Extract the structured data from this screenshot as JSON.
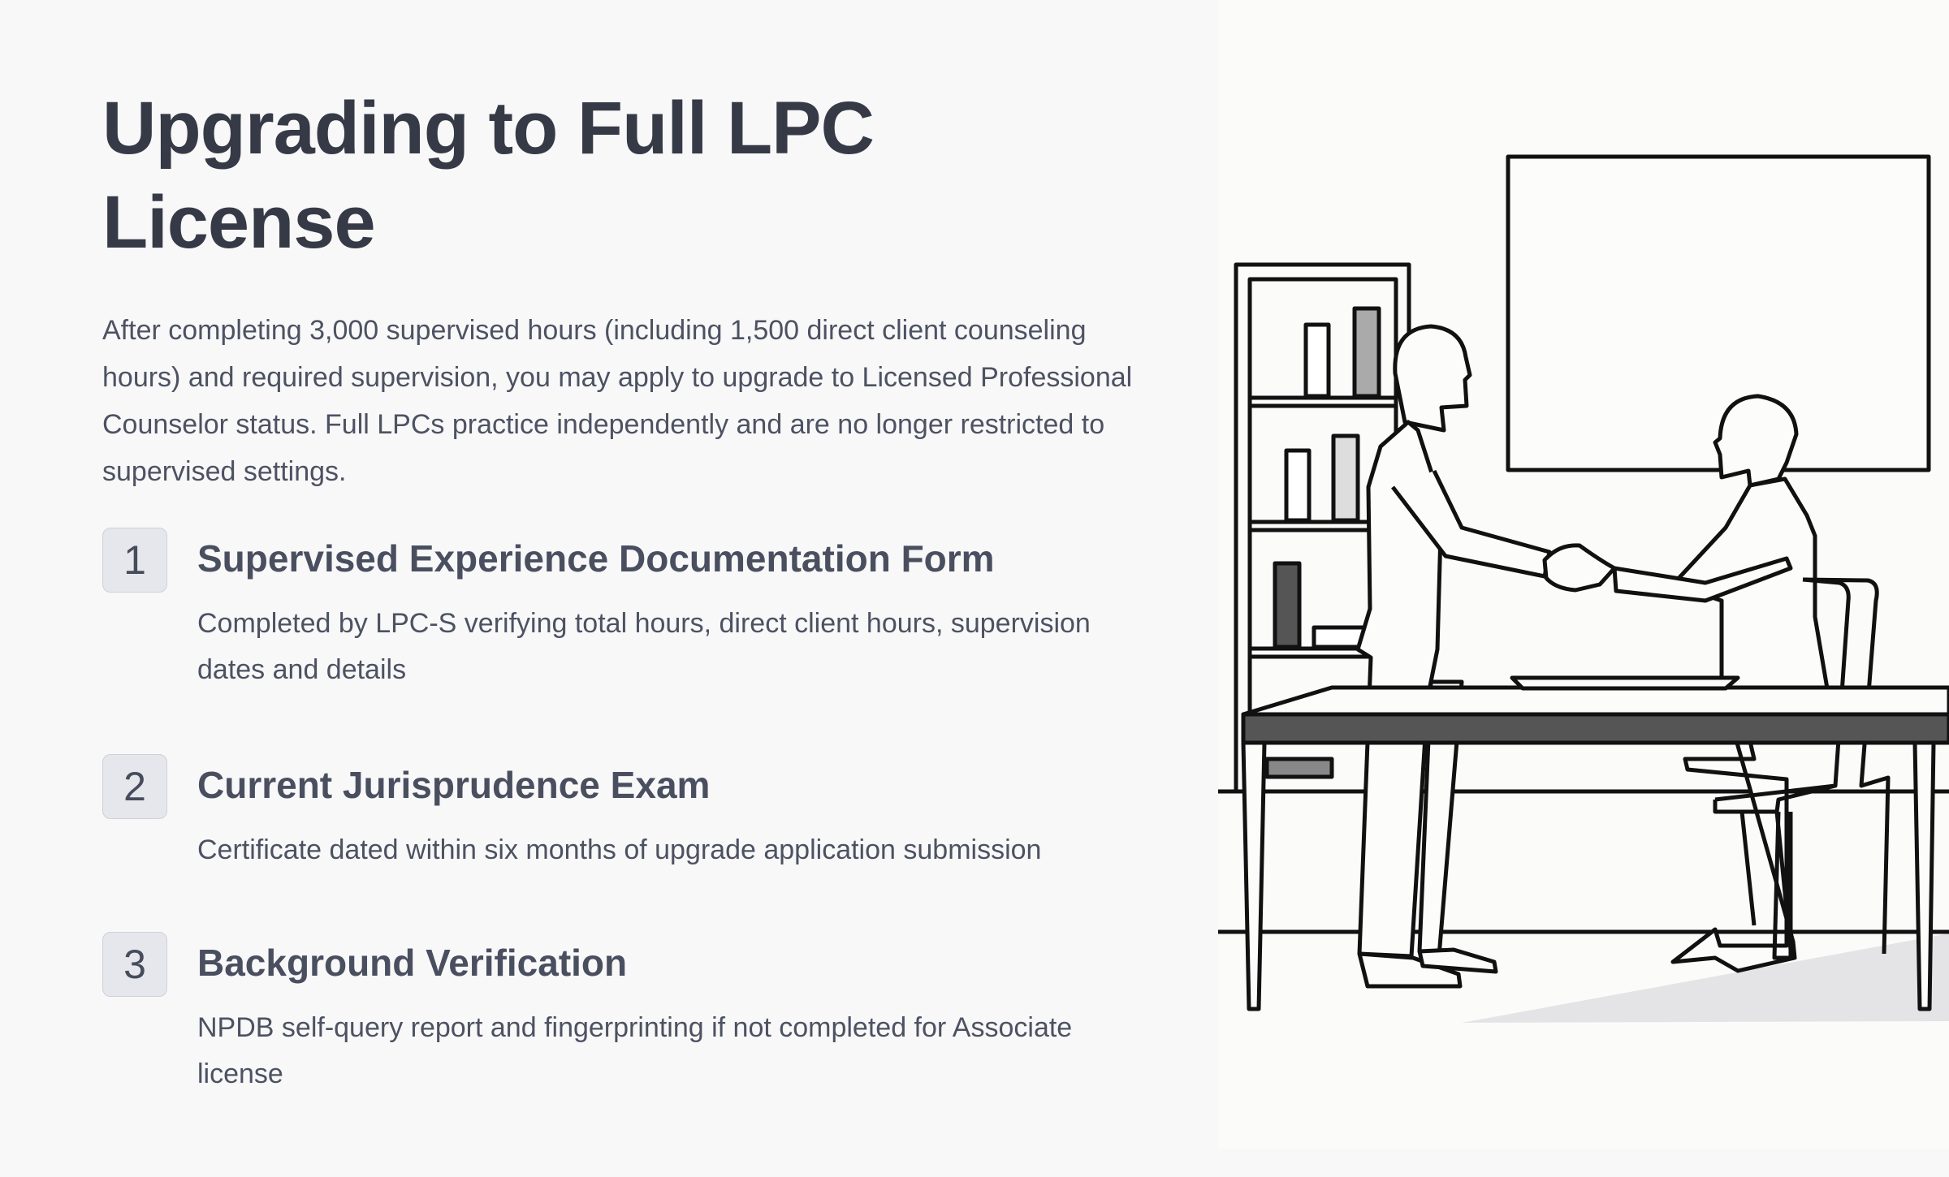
{
  "title": "Upgrading to Full LPC License",
  "intro": "After completing 3,000 supervised hours (including 1,500 direct client counseling hours) and required supervision, you may apply to upgrade to Licensed Professional Counselor status. Full LPCs practice independently and are no longer restricted to supervised settings.",
  "steps": [
    {
      "number": "1",
      "title": "Supervised Experience Documentation Form",
      "description": "Completed by LPC-S verifying total hours, direct client hours, supervision dates and details"
    },
    {
      "number": "2",
      "title": "Current Jurisprudence Exam",
      "description": "Certificate dated within six months of upgrade application submission"
    },
    {
      "number": "3",
      "title": "Background Verification",
      "description": "NPDB self-query report and fingerprinting if not completed for Associate license"
    }
  ],
  "colors": {
    "heading": "#363a46",
    "text": "#4d5262",
    "badge_bg": "#e6e7ec"
  }
}
